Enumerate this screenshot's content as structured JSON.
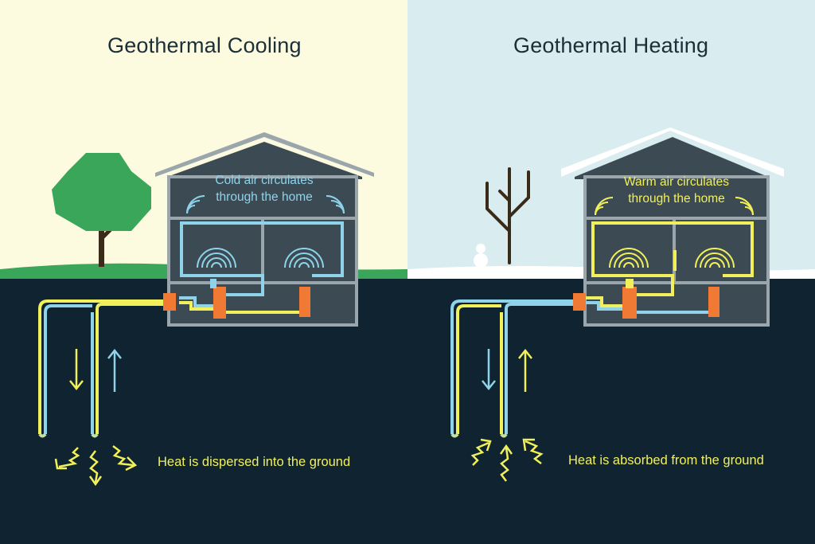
{
  "panels": {
    "cooling": {
      "title": "Geothermal Cooling",
      "house_text_line1": "Cold air circulates",
      "house_text_line2": "through the home",
      "caption": "Heat is dispersed into the ground"
    },
    "heating": {
      "title": "Geothermal Heating",
      "house_text_line1": "Warm air circulates",
      "house_text_line2": "through the home",
      "caption": "Heat is absorbed from the ground"
    }
  },
  "colors": {
    "cooling_sky": "#fcfbe0",
    "heating_sky": "#d9ecf0",
    "ground": "#0f2430",
    "grass": "#3aa65a",
    "snow": "#ffffff",
    "house": "#3c4b53",
    "house_outline": "#9aa6ab",
    "cold_accent": "#8fd3ea",
    "warm_accent": "#f2f05a",
    "unit": "#f07a33"
  }
}
